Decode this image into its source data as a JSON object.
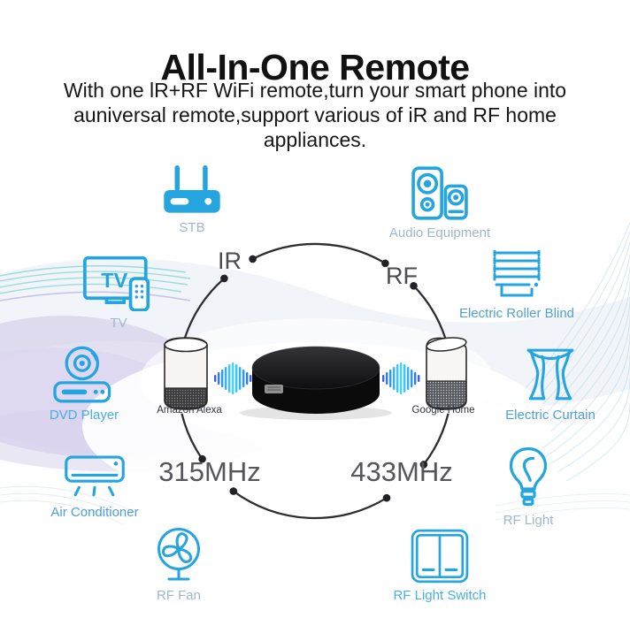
{
  "header": {
    "title": "All-In-One Remote",
    "subtitle_lines": [
      "With one lR+RF WiFi remote,turn your smart phone into",
      "auniversal remote,support various of iR and RF home",
      "appliances."
    ]
  },
  "colors": {
    "icon_blue": "#24a5e0",
    "label_blue": "#4f9fd4",
    "label_muted": "#9fb6c9",
    "signal_text": "#4b4b50",
    "arc_dark": "#2e2e32",
    "wave_lavender": "#cdc6e8",
    "wave_teal": "#46c8c0",
    "wave_line_blue": "#aacfdf"
  },
  "diagram": {
    "signals": {
      "ir": "IR",
      "rf": "RF",
      "freq_left": "315MHz",
      "freq_right": "433MHz"
    },
    "assistants": {
      "left": "Amazon Alexa",
      "right": "Google Home"
    },
    "appliances": [
      {
        "id": "stb",
        "label": "STB",
        "icon": "set-top-box-icon"
      },
      {
        "id": "audio-equipment",
        "label": "Audio Equipment",
        "icon": "speakers-icon"
      },
      {
        "id": "tv",
        "label": "TV",
        "icon": "tv-icon"
      },
      {
        "id": "electric-roller-blind",
        "label": "Electric Roller Blind",
        "icon": "roller-blind-icon"
      },
      {
        "id": "dvd-player",
        "label": "DVD Player",
        "icon": "dvd-player-icon"
      },
      {
        "id": "electric-curtain",
        "label": "Electric Curtain",
        "icon": "curtain-icon"
      },
      {
        "id": "air-conditioner",
        "label": "Air Conditioner",
        "icon": "air-conditioner-icon"
      },
      {
        "id": "rf-light",
        "label": "RF Light",
        "icon": "light-bulb-icon"
      },
      {
        "id": "rf-fan",
        "label": "RF Fan",
        "icon": "fan-icon"
      },
      {
        "id": "rf-light-switch",
        "label": "RF Light Switch",
        "icon": "light-switch-icon"
      }
    ]
  }
}
